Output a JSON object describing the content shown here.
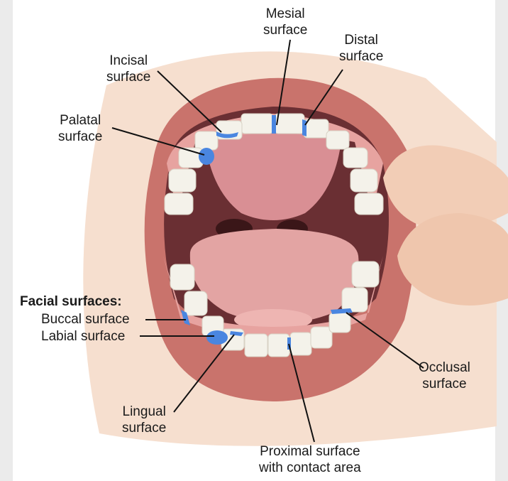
{
  "labels": {
    "mesial": [
      "Mesial",
      "surface"
    ],
    "distal": [
      "Distal",
      "surface"
    ],
    "incisal": [
      "Incisal",
      "surface"
    ],
    "palatal": [
      "Palatal",
      "surface"
    ],
    "facial_heading": "Facial surfaces:",
    "buccal": "Buccal surface",
    "labial": "Labial surface",
    "lingual": [
      "Lingual",
      "surface"
    ],
    "proximal": [
      "Proximal surface",
      "with contact area"
    ],
    "occlusal": [
      "Occlusal",
      "surface"
    ]
  },
  "colors": {
    "highlight": "#4a86e0",
    "lip": "#c9736c",
    "gum": "#e7a3a0",
    "throat": "#5a2a2e",
    "tongue": "#e3a4a3",
    "palate": "#d98f94",
    "tooth": "#f4f2ea",
    "skin": "#f4d7c4",
    "leader": "#111111"
  }
}
